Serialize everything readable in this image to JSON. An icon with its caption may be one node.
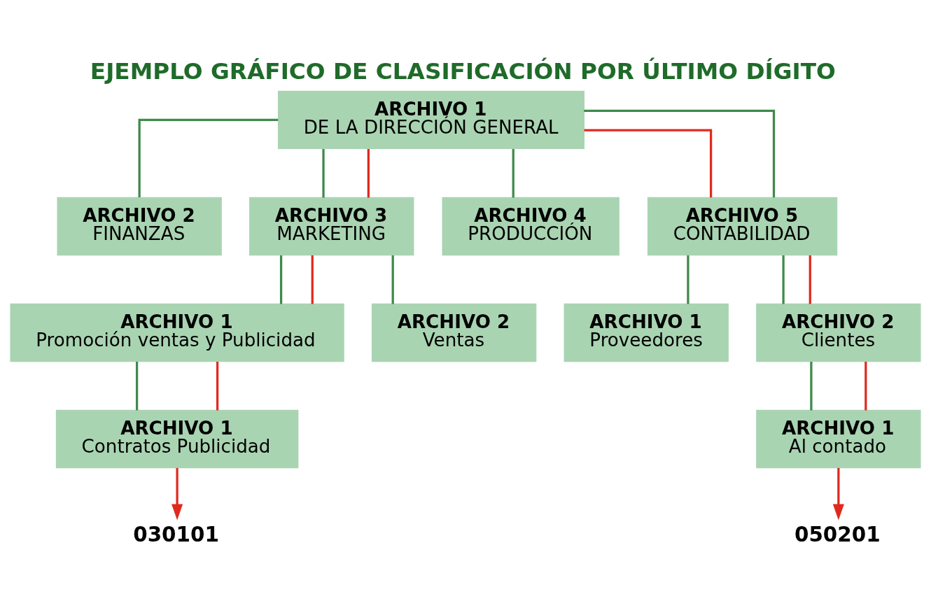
{
  "diagram": {
    "title": "EJEMPLO GRÁFICO DE CLASIFICACIÓN POR ÚLTIMO DÍGITO",
    "nodes": [
      {
        "text": [
          "ARCHIVO 1",
          "DE LA DIRECCIÓN GENERAL"
        ]
      },
      {
        "text": [
          "ARCHIVO 2",
          "FINANZAS"
        ]
      },
      {
        "text": [
          "ARCHIVO 3",
          "MARKETING"
        ]
      },
      {
        "text": [
          "ARCHIVO 4",
          "PRODUCCIÓN"
        ]
      },
      {
        "text": [
          "ARCHIVO 5",
          "CONTABILIDAD"
        ]
      },
      {
        "text": [
          "ARCHIVO 1",
          "Promoción ventas y Publicidad"
        ]
      },
      {
        "text": [
          "ARCHIVO 2",
          "Ventas"
        ]
      },
      {
        "text": [
          "ARCHIVO 1",
          "Proveedores"
        ]
      },
      {
        "text": [
          "ARCHIVO 2",
          "Clientes"
        ]
      },
      {
        "text": [
          "ARCHIVO 1",
          "Contratos Publicidad"
        ]
      },
      {
        "text": [
          "ARCHIVO 1",
          "Al contado"
        ]
      },
      {
        "text": [
          "030101"
        ]
      },
      {
        "text": [
          "050201"
        ]
      }
    ],
    "edges": [
      {
        "from": 0,
        "to": 1,
        "arrow": "none"
      },
      {
        "from": 0,
        "to": 2,
        "arrow": "none"
      },
      {
        "from": 0,
        "to": 3,
        "arrow": "none"
      },
      {
        "from": 0,
        "to": 4,
        "arrow": "none"
      },
      {
        "from": 2,
        "to": 5,
        "arrow": "none"
      },
      {
        "from": 2,
        "to": 6,
        "arrow": "none"
      },
      {
        "from": 4,
        "to": 7,
        "arrow": "none"
      },
      {
        "from": 4,
        "to": 8,
        "arrow": "none"
      },
      {
        "from": 5,
        "to": 9,
        "arrow": "none"
      },
      {
        "from": 8,
        "to": 10,
        "arrow": "none"
      },
      {
        "from": 0,
        "to": 2,
        "arrow": "none",
        "color": "#e02a1e"
      },
      {
        "from": 2,
        "to": 5,
        "arrow": "none",
        "color": "#e02a1e"
      },
      {
        "from": 5,
        "to": 9,
        "arrow": "none",
        "color": "#e02a1e"
      },
      {
        "from": 9,
        "to": 11,
        "arrow": "to",
        "color": "#e02a1e"
      },
      {
        "from": 0,
        "to": 4,
        "arrow": "none",
        "color": "#e02a1e"
      },
      {
        "from": 4,
        "to": 8,
        "arrow": "none",
        "color": "#e02a1e"
      },
      {
        "from": 8,
        "to": 10,
        "arrow": "none",
        "color": "#e02a1e"
      },
      {
        "from": 10,
        "to": 12,
        "arrow": "to",
        "color": "#e02a1e"
      }
    ]
  }
}
